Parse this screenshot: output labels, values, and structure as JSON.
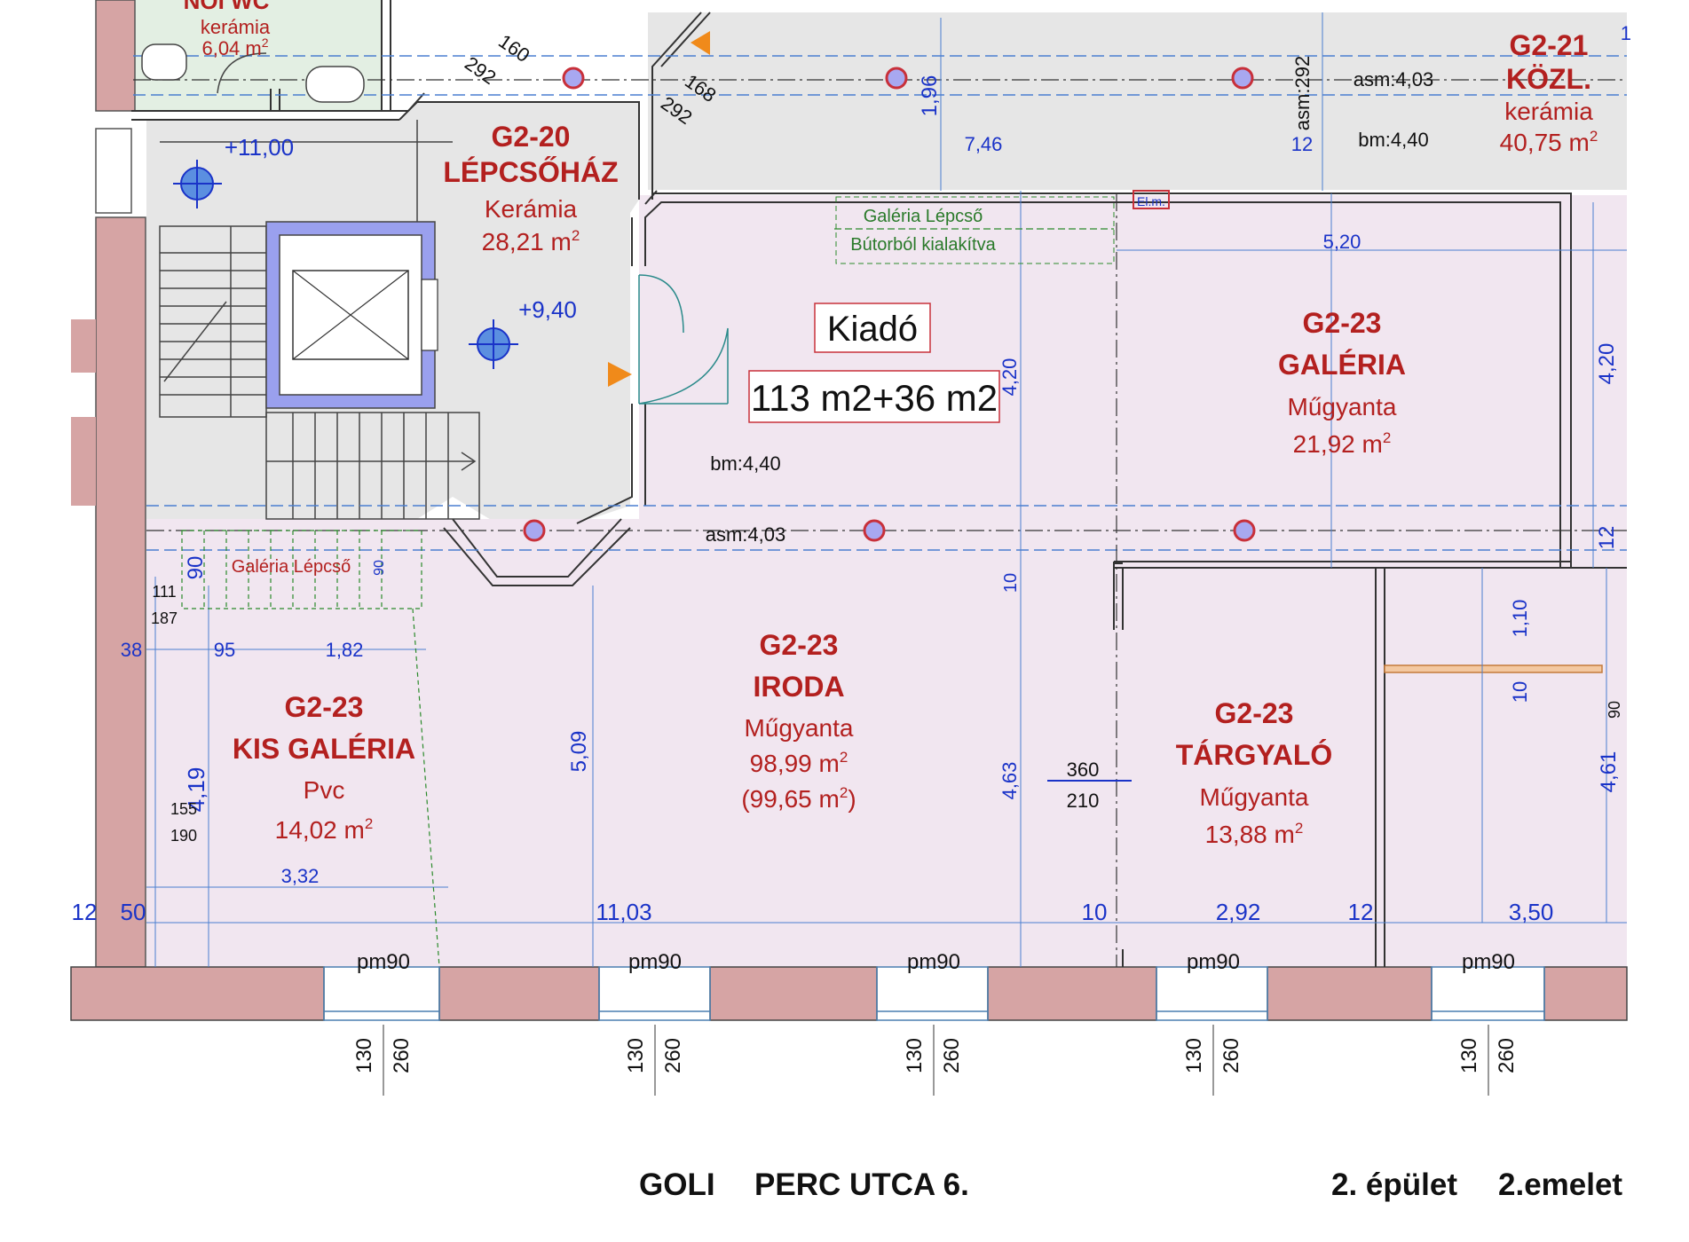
{
  "rooms": {
    "wc": {
      "title": "NŐI WC",
      "floor": "kerámia",
      "area_value": "6,04 m",
      "area_sup": "2"
    },
    "stair": {
      "code": "G2-20",
      "name": "LÉPCSŐHÁZ",
      "floor": "Kerámia",
      "area_value": "28,21 m",
      "area_sup": "2"
    },
    "corridor": {
      "code": "G2-21",
      "name": "KÖZL.",
      "floor": "kerámia",
      "area_value": "40,75 m",
      "area_sup": "2"
    },
    "gallery": {
      "code": "G2-23",
      "name": "GALÉRIA",
      "floor": "Műgyanta",
      "area_value": "21,92 m",
      "area_sup": "2"
    },
    "office": {
      "code": "G2-23",
      "name": "IRODA",
      "floor": "Műgyanta",
      "area_value": "98,99 m",
      "area_sup": "2",
      "area2_open": "(99,65 m",
      "area2_sup": "2",
      "area2_close": ")"
    },
    "small_gallery": {
      "code": "G2-23",
      "name": "KIS GALÉRIA",
      "floor": "Pvc",
      "area_value": "14,02 m",
      "area_sup": "2"
    },
    "meeting": {
      "code": "G2-23",
      "name": "TÁRGYALÓ",
      "floor": "Műgyanta",
      "area_value": "13,88 m",
      "area_sup": "2"
    }
  },
  "rental": {
    "label": "Kiadó",
    "area": "113 m2+36 m2"
  },
  "notes": {
    "gallery_stair_1": "Galéria Lépcső",
    "gallery_stair_2": "Bútorból kialakítva",
    "gallery_stair_small": "Galéria Lépcső",
    "el_box": "El.m."
  },
  "levels": {
    "stair_upper": "+11,00",
    "stair_lower": "+9,40"
  },
  "heights": {
    "asm_top": "asm:4,03",
    "bm_top": "bm:4,40",
    "asm_292": "asm:292",
    "bm_office": "bm:4,40",
    "asm_office": "asm:4,03"
  },
  "dims": {
    "d160": "160",
    "d292a": "292",
    "d168": "168",
    "d292b": "292",
    "d196": "1,96",
    "d746": "7,46",
    "d12a": "12",
    "d520": "5,20",
    "d420a": "4,20",
    "d420b": "4,20",
    "d12b": "12",
    "d90a": "90",
    "d90b": "90",
    "d111": "111",
    "d187": "187",
    "d38": "38",
    "d95": "95",
    "d182": "1,82",
    "d10a": "10",
    "d110": "1,10",
    "d10b": "10",
    "d90c": "90",
    "d509": "5,09",
    "d419": "4,19",
    "d155": "155",
    "d190": "190",
    "d463": "4,63",
    "d360": "360",
    "d210": "210",
    "d461": "4,61",
    "d332": "3,32",
    "d12c": "12",
    "d50": "50",
    "d1103": "11,03",
    "d10c": "10",
    "d292c": "2,92",
    "d12d": "12",
    "d350": "3,50",
    "d1top": "1"
  },
  "windows": [
    {
      "label": "pm90",
      "h1": "130",
      "h2": "260"
    },
    {
      "label": "pm90",
      "h1": "130",
      "h2": "260"
    },
    {
      "label": "pm90",
      "h1": "130",
      "h2": "260"
    },
    {
      "label": "pm90",
      "h1": "130",
      "h2": "260"
    },
    {
      "label": "pm90",
      "h1": "130",
      "h2": "260"
    }
  ],
  "footer": {
    "location1": "GOLI",
    "location2": "PERC UTCA 6.",
    "building": "2. épület",
    "floor": "2.emelet"
  },
  "colors": {
    "room_fill": "#f0e6f0",
    "corridor_fill": "#e4e4e4",
    "wall": "#d8a6a6",
    "label_red": "#b3201f",
    "dim_blue": "#1a33c8",
    "column_red": "#c8303a",
    "column_fill": "#9aa0ee",
    "elevator_frame": "#8a8ee8"
  }
}
